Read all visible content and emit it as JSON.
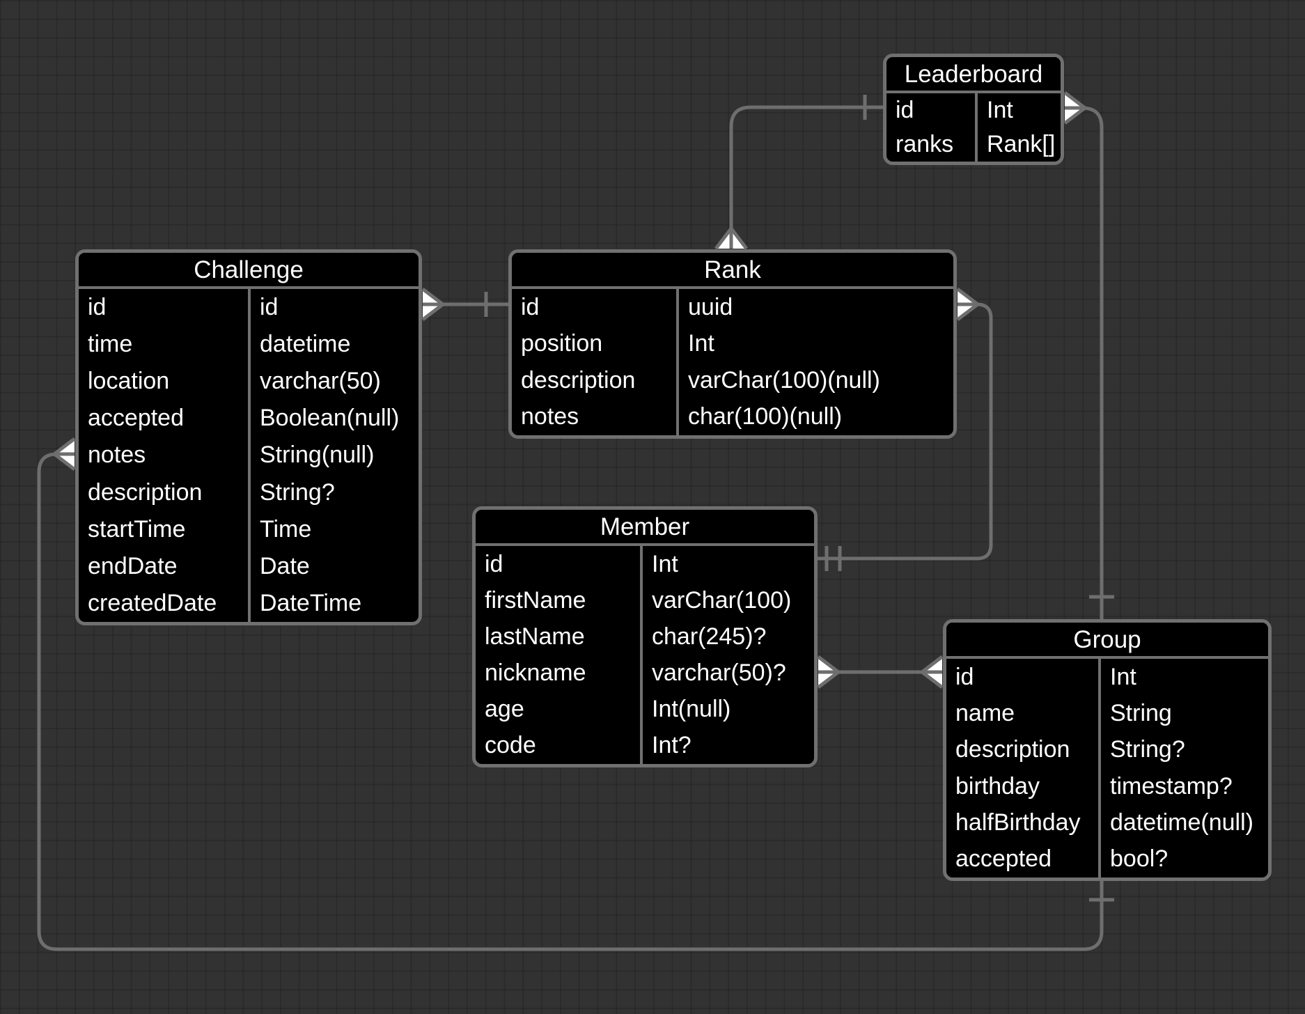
{
  "canvas": {
    "background_color": "#323232",
    "grid_line_color": "#2a2a2a",
    "wire_color": "#6e6e6e",
    "table_background": "#000000",
    "table_border_color": "#707070",
    "text_color": "#ffffff"
  },
  "entities": {
    "challenge": {
      "title": "Challenge",
      "rows": [
        [
          "id",
          "id"
        ],
        [
          "time",
          "datetime"
        ],
        [
          "location",
          "varchar(50)"
        ],
        [
          "accepted",
          "Boolean(null)"
        ],
        [
          "notes",
          "String(null)"
        ],
        [
          "description",
          "String?"
        ],
        [
          "startTime",
          "Time"
        ],
        [
          "endDate",
          "Date"
        ],
        [
          "createdDate",
          "DateTime"
        ]
      ]
    },
    "rank": {
      "title": "Rank",
      "rows": [
        [
          "id",
          "uuid"
        ],
        [
          "position",
          "Int"
        ],
        [
          "description",
          "varChar(100)(null)"
        ],
        [
          "notes",
          "char(100)(null)"
        ]
      ]
    },
    "leaderboard": {
      "title": "Leaderboard",
      "rows": [
        [
          "id",
          "Int"
        ],
        [
          "ranks",
          "Rank[]"
        ]
      ]
    },
    "member": {
      "title": "Member",
      "rows": [
        [
          "id",
          "Int"
        ],
        [
          "firstName",
          "varChar(100)"
        ],
        [
          "lastName",
          "char(245)?"
        ],
        [
          "nickname",
          "varchar(50)?"
        ],
        [
          "age",
          "Int(null)"
        ],
        [
          "code",
          "Int?"
        ]
      ]
    },
    "group": {
      "title": "Group",
      "rows": [
        [
          "id",
          "Int"
        ],
        [
          "name",
          "String"
        ],
        [
          "description",
          "String?"
        ],
        [
          "birthday",
          "timestamp?"
        ],
        [
          "halfBirthday",
          "datetime(null)"
        ],
        [
          "accepted",
          "bool?"
        ]
      ]
    }
  },
  "relations": [
    {
      "from": "Leaderboard.id",
      "to": "Rank",
      "from_cardinality": "one",
      "to_cardinality": "many"
    },
    {
      "from": "Challenge.id",
      "to": "Rank.id",
      "from_cardinality": "many",
      "to_cardinality": "one"
    },
    {
      "from": "Rank.uuid",
      "to": "Member.id",
      "from_cardinality": "many",
      "to_cardinality": "one-and-only-one"
    },
    {
      "from": "Member.nickname",
      "to": "Group.id",
      "from_cardinality": "many",
      "to_cardinality": "many"
    },
    {
      "from": "Leaderboard.Int",
      "to": "Group.top",
      "from_cardinality": "many",
      "to_cardinality": "one"
    },
    {
      "from": "Challenge.notes",
      "to": "Group.bottom",
      "from_cardinality": "many",
      "to_cardinality": "one"
    }
  ]
}
